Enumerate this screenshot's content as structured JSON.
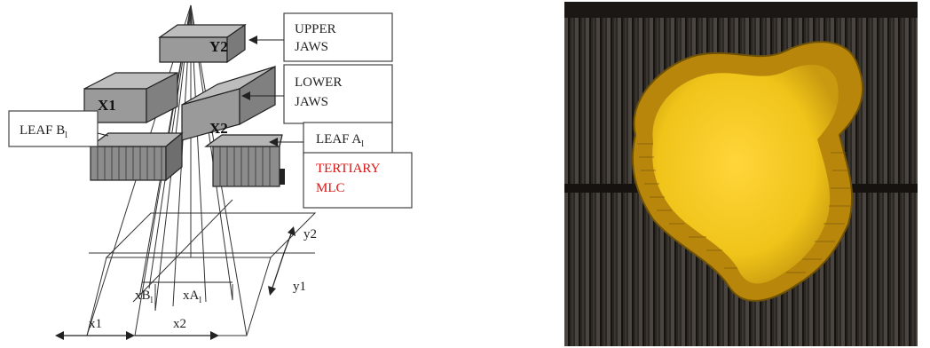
{
  "labels": {
    "upper_jaws": [
      "UPPER",
      "JAWS"
    ],
    "lower_jaws": [
      "LOWER",
      "JAWS"
    ],
    "leaf_b": "LEAF B",
    "leaf_b_sub": "l",
    "leaf_a": "LEAF A",
    "leaf_a_sub": "l",
    "tertiary_mlc": [
      "TERTIARY",
      "MLC"
    ],
    "y2_jaw": "Y2",
    "x1_jaw": "X1",
    "x2_jaw": "X2"
  },
  "axes": {
    "x1": "x1",
    "x2": "x2",
    "y1": "y1",
    "y2": "y2",
    "xB": "xB",
    "xB_sub": "l",
    "xA": "xA",
    "xA_sub": "l"
  },
  "colors": {
    "mlc_label": "#d11111",
    "jaw_fill": "#9a9a9a",
    "leaf_fill": "#8c8c8c",
    "field_yellow": "#f0c419",
    "collimator_dark": "#2a2622"
  }
}
